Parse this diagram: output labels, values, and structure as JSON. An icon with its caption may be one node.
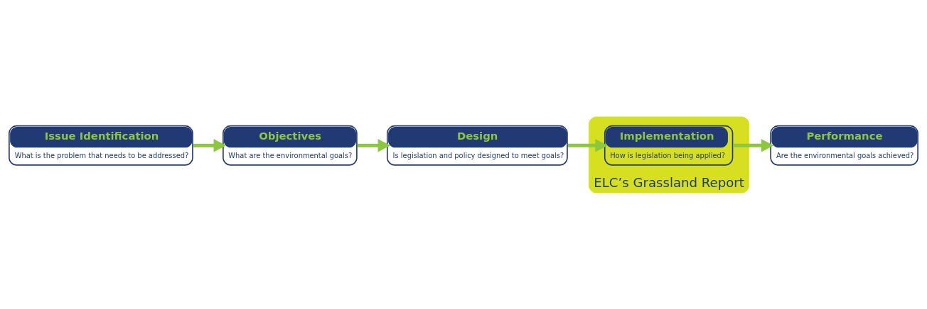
{
  "diagram": {
    "nodes": [
      {
        "text": [
          "Issue Identification",
          "What is the problem that needs to be addressed?"
        ]
      },
      {
        "text": [
          "Objectives",
          "What are the environmental goals?"
        ]
      },
      {
        "text": [
          "Design",
          "Is legislation and policy designed to meet goals?"
        ]
      },
      {
        "text": [
          "ELC’s Grassland Report"
        ]
      },
      {
        "text": [
          "Implementation",
          "How is legislation being applied?"
        ],
        "in": 3
      },
      {
        "text": [
          "Performance",
          "Are the environmental goals achieved?"
        ]
      }
    ],
    "edges": [
      {
        "from": 0,
        "to": 1,
        "arrow": "to"
      },
      {
        "from": 1,
        "to": 2,
        "arrow": "to"
      },
      {
        "from": 2,
        "to": 4,
        "arrow": "to"
      },
      {
        "from": 4,
        "to": 5,
        "arrow": "to"
      }
    ]
  }
}
